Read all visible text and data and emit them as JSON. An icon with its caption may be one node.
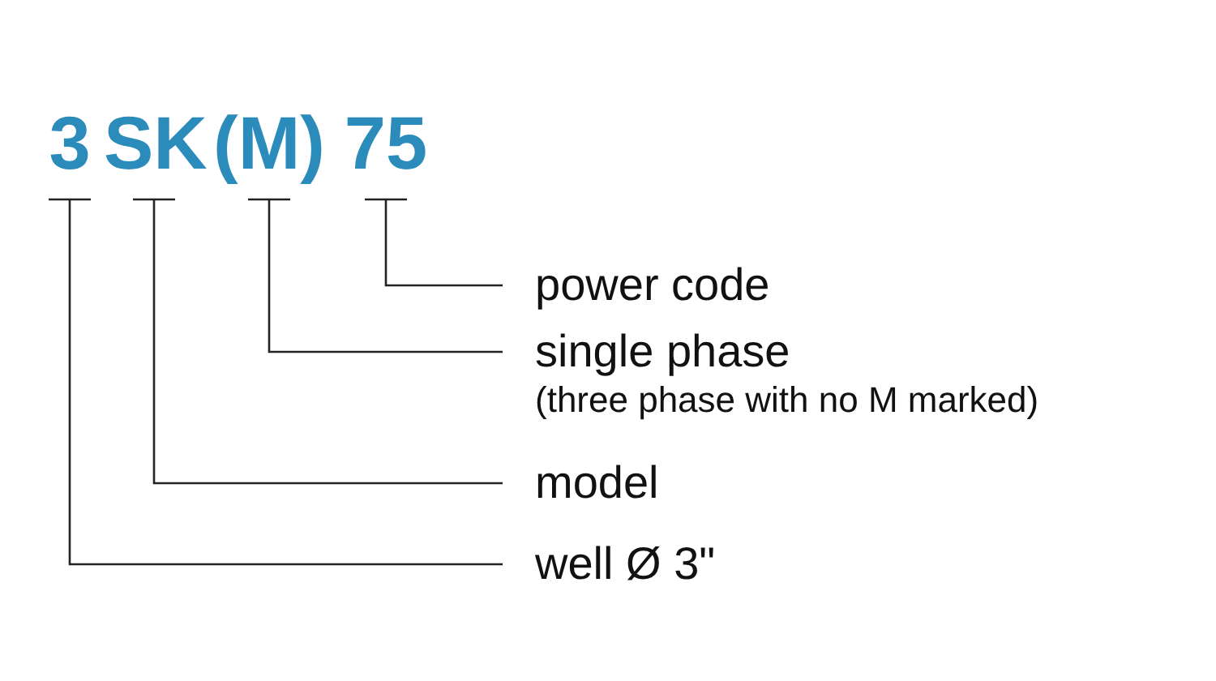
{
  "diagram": {
    "nodes": [
      {
        "text": [
          "3"
        ]
      },
      {
        "text": [
          "SK"
        ]
      },
      {
        "text": [
          "(M)"
        ]
      },
      {
        "text": [
          "75"
        ]
      },
      {
        "text": [
          "power code"
        ]
      },
      {
        "text": [
          "single phase",
          "(three phase with no M marked)"
        ]
      },
      {
        "text": [
          "model"
        ]
      },
      {
        "text": [
          "well Ø 3\""
        ]
      }
    ],
    "edges": [
      {
        "from": 3,
        "to": 4,
        "arrow": "none"
      },
      {
        "from": 2,
        "to": 5,
        "arrow": "none"
      },
      {
        "from": 1,
        "to": 6,
        "arrow": "none"
      },
      {
        "from": 0,
        "to": 7,
        "arrow": "none"
      }
    ]
  }
}
